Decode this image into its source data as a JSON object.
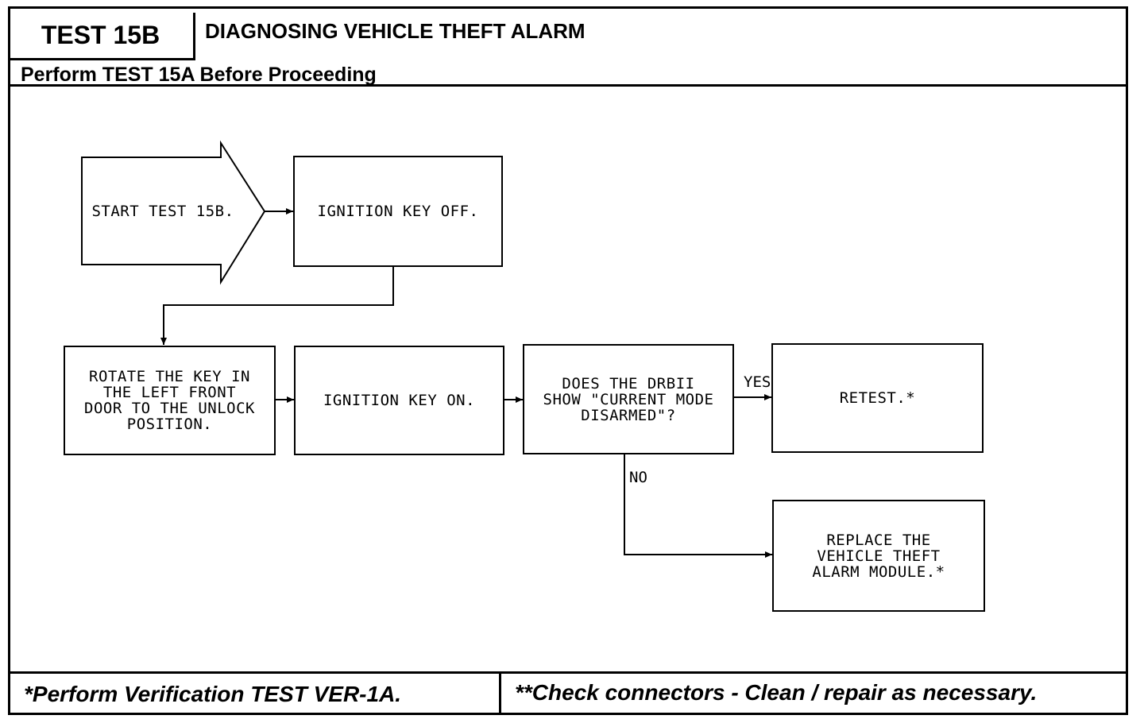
{
  "header": {
    "test_id": "TEST 15B",
    "title": "DIAGNOSING VEHICLE THEFT ALARM",
    "subtitle": "Perform TEST 15A Before Proceeding"
  },
  "nodes": {
    "start": "START TEST 15B.",
    "ign_off": "IGNITION KEY OFF.",
    "rotate": "ROTATE THE KEY IN\nTHE LEFT FRONT\nDOOR TO THE UNLOCK\nPOSITION.",
    "ign_on": "IGNITION KEY ON.",
    "question": "DOES THE DRBII\nSHOW \"CURRENT MODE\nDISARMED\"?",
    "retest": "RETEST.*",
    "replace": "REPLACE THE\nVEHICLE THEFT\nALARM MODULE.*"
  },
  "edge_labels": {
    "yes": "YES",
    "no": "NO"
  },
  "footer": {
    "left": "*Perform Verification TEST VER-1A.",
    "right": "**Check connectors - Clean / repair as necessary."
  }
}
